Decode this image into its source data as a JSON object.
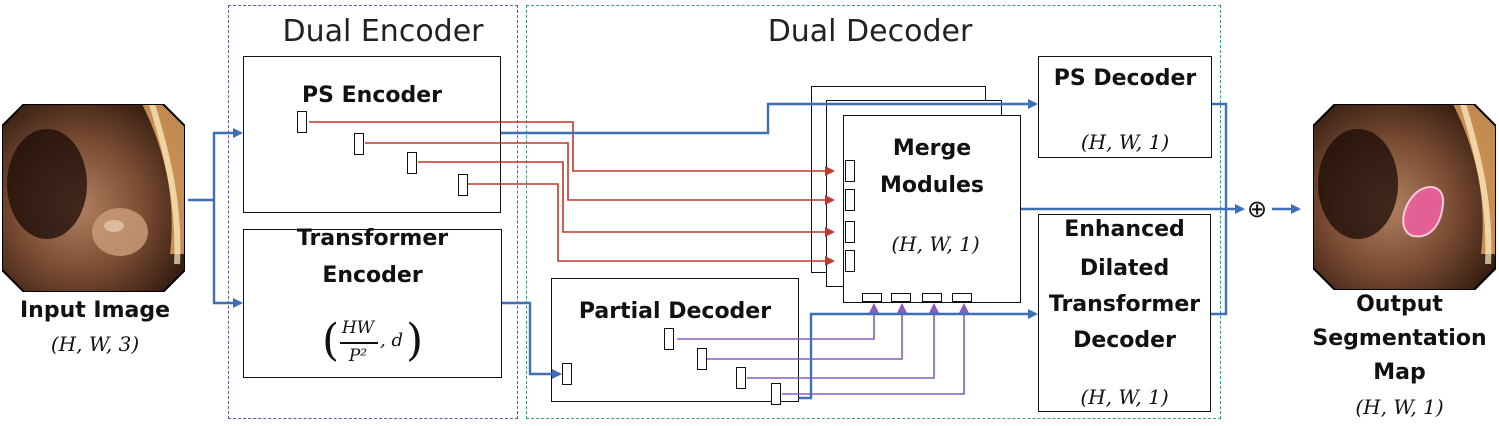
{
  "input": {
    "label": "Input Image",
    "dims": "(H, W, 3)"
  },
  "output": {
    "label_line1": "Output",
    "label_line2": "Segmentation",
    "label_line3": "Map",
    "dims": "(H, W, 1)"
  },
  "encoder_group": {
    "title": "Dual Encoder",
    "border_color": "#7b4f9d"
  },
  "decoder_group": {
    "title": "Dual Decoder",
    "border_color": "#3d9a85"
  },
  "ps_encoder": {
    "label": "PS Encoder"
  },
  "transformer_encoder": {
    "label_line1": "Transformer",
    "label_line2": "Encoder",
    "dims_num": "HW",
    "dims_den": "P²",
    "dims_rest": ", d"
  },
  "partial_decoder": {
    "label": "Partial Decoder"
  },
  "merge_modules": {
    "label_line1": "Merge",
    "label_line2": "Modules",
    "dims": "(H, W, 1)"
  },
  "ps_decoder": {
    "label": "PS Decoder",
    "dims": "(H, W, 1)"
  },
  "edt_decoder": {
    "label_line1": "Enhanced",
    "label_line2": "Dilated",
    "label_line3": "Transformer",
    "label_line4": "Decoder",
    "dims": "(H, W, 1)"
  },
  "sum_operator": "⊕",
  "colors": {
    "blue": "#3f6fb5",
    "red": "#c0392b",
    "purple": "#8a5cc0"
  }
}
